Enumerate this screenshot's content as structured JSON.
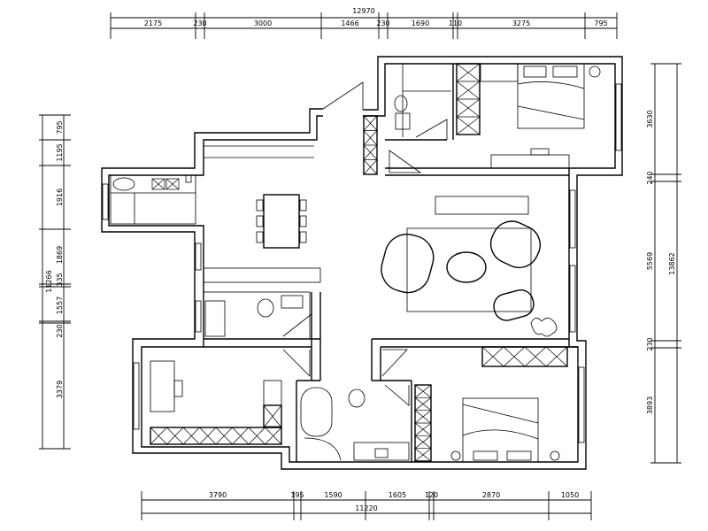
{
  "top_dimensions": {
    "total": "12970",
    "segments": [
      "2175",
      "230",
      "3000",
      "1466",
      "230",
      "1690",
      "110",
      "3275",
      "795"
    ]
  },
  "left_dimensions": {
    "total": "11266",
    "segments": [
      "795",
      "1195",
      "1916",
      "1869",
      "335",
      "1557",
      "230",
      "3379"
    ]
  },
  "right_dimensions": {
    "total": "13862",
    "segments": [
      "3630",
      "240",
      "5569",
      "230",
      "3893"
    ]
  },
  "bottom_dimensions": {
    "total": "11220",
    "segments": [
      "3790",
      "195",
      "1590",
      "1605",
      "120",
      "2870",
      "1050"
    ]
  }
}
